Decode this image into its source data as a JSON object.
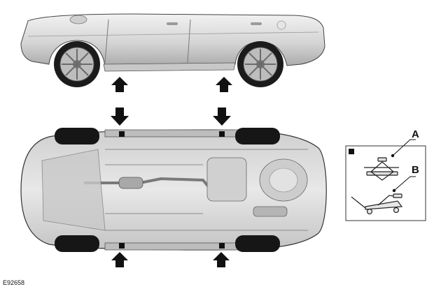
{
  "figure": {
    "reference_code": "E92658",
    "legend_labels": [
      "A",
      "B"
    ],
    "legend_items": [
      {
        "label": "A",
        "tool": "scissor-jack"
      },
      {
        "label": "B",
        "tool": "trolley-jack"
      }
    ],
    "jacking_point_marker": "black-square",
    "colors": {
      "car_body": "#d9d9d9",
      "outline": "#2a2a2a",
      "arrow": "#111111",
      "marker": "#111111"
    }
  }
}
